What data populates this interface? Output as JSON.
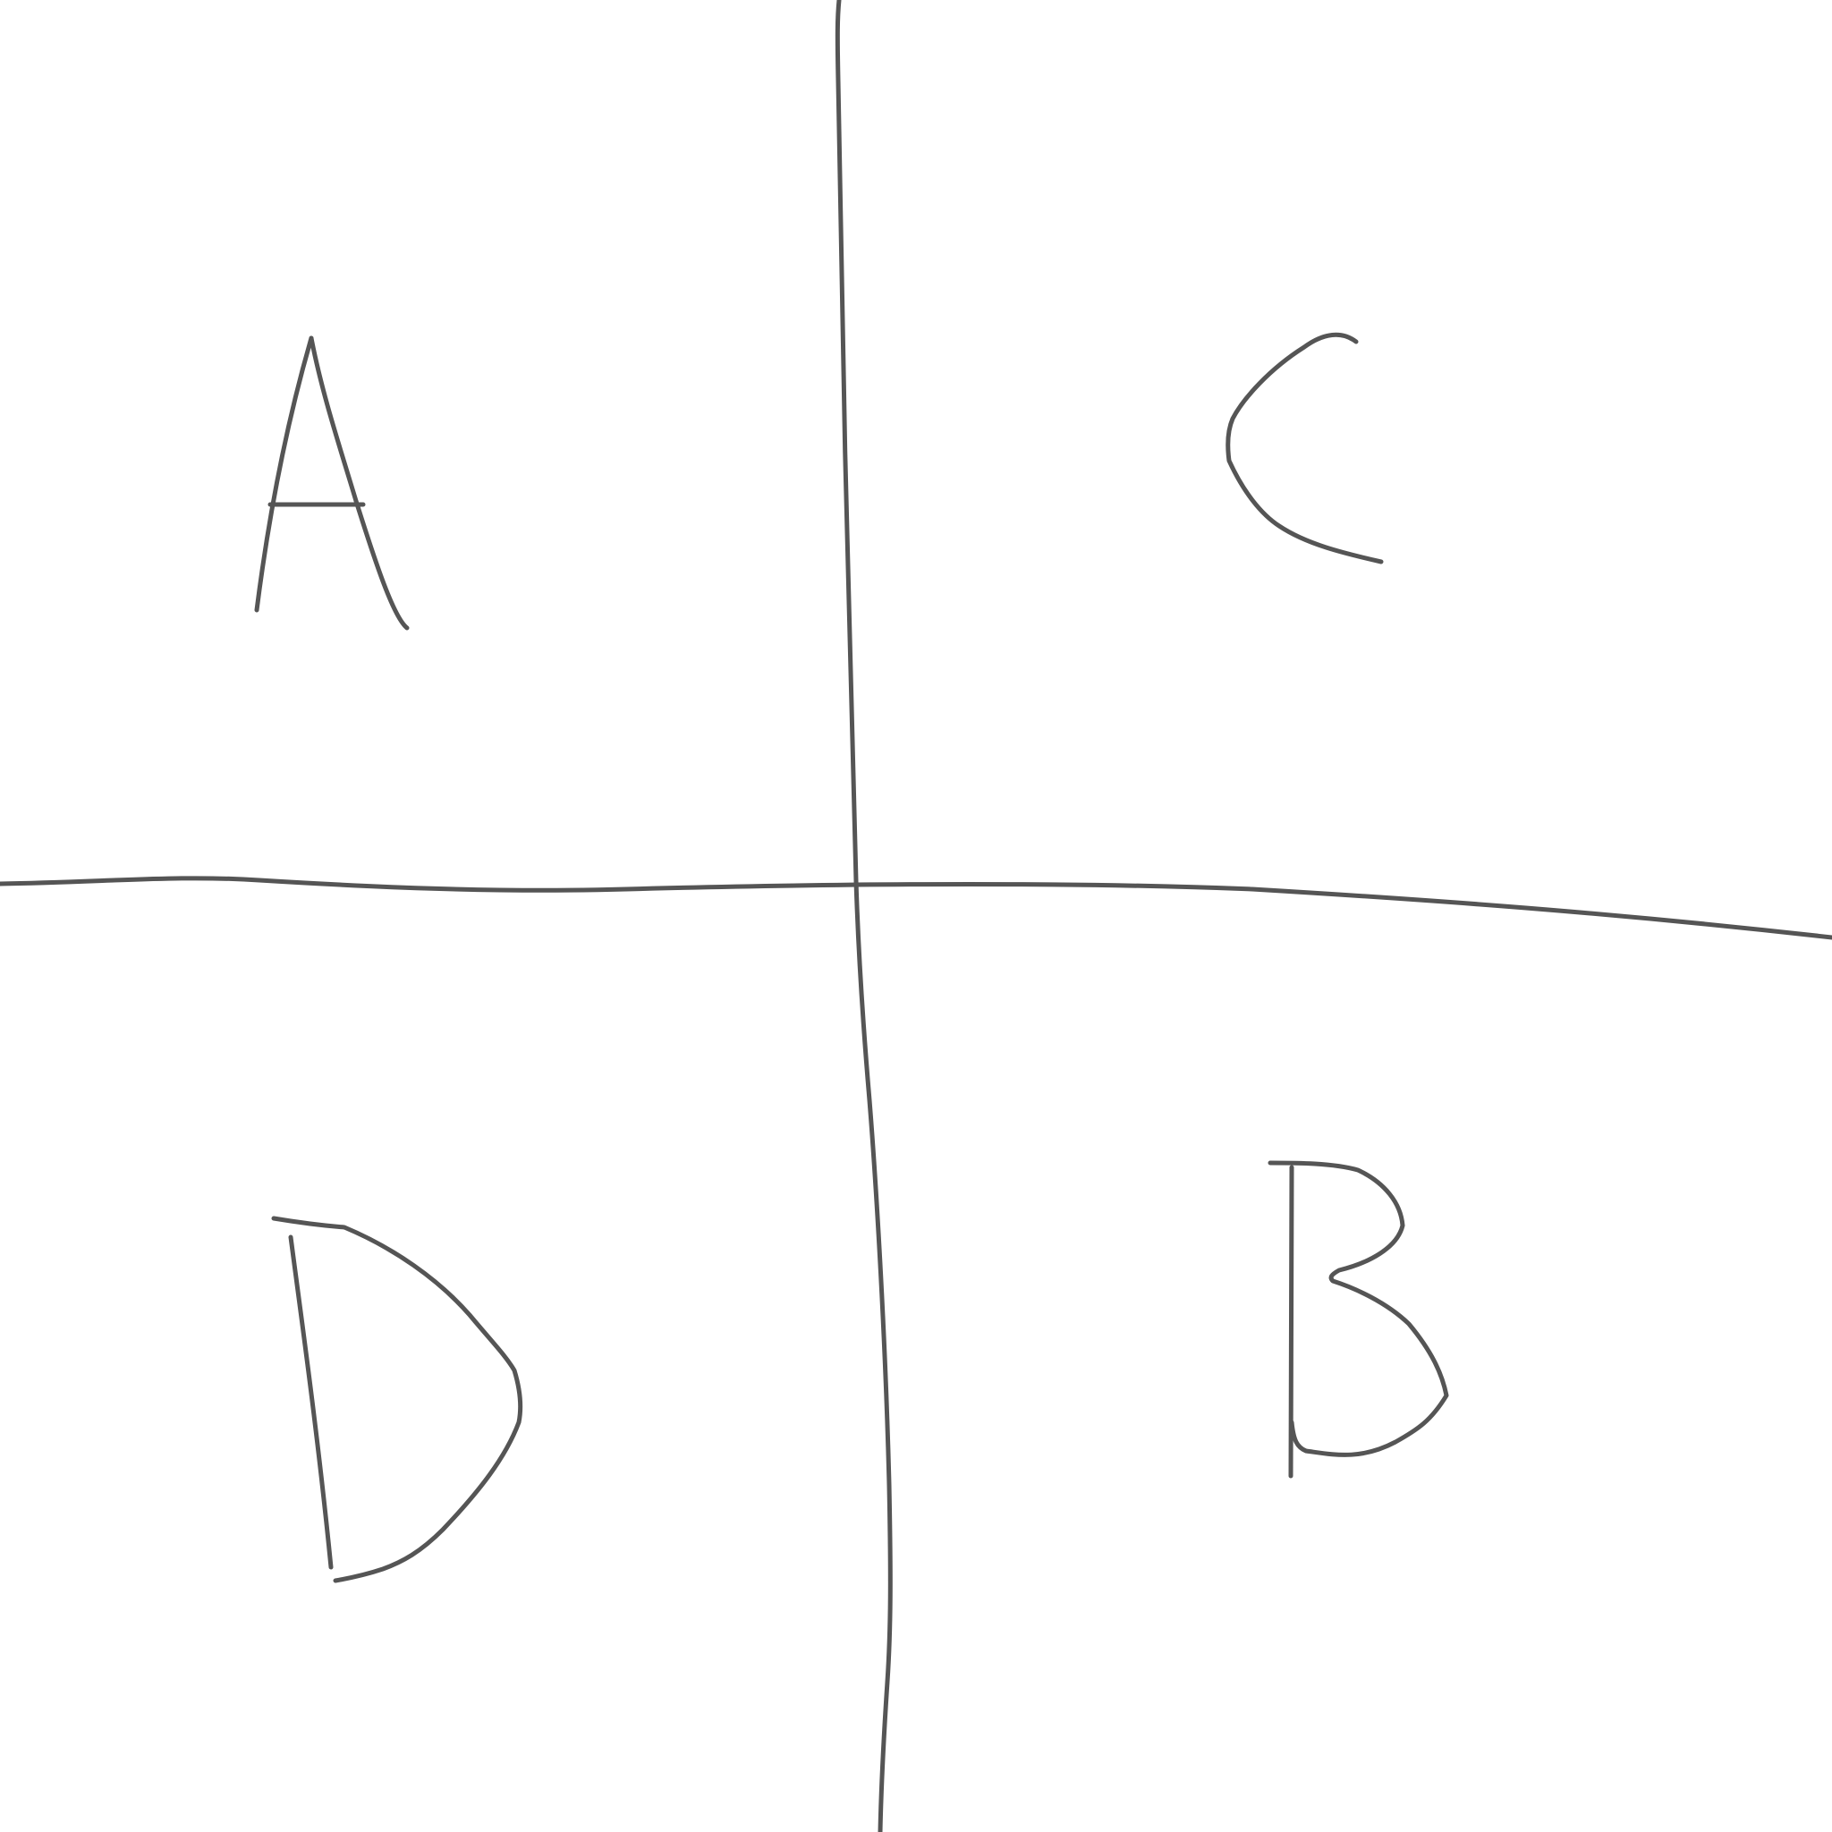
{
  "colors": {
    "background": "#ffffff",
    "stroke": "#555555"
  },
  "quadrants": [
    {
      "id": "top-left",
      "letter": "A"
    },
    {
      "id": "top-right",
      "letter": "C"
    },
    {
      "id": "bottom-left",
      "letter": "D"
    },
    {
      "id": "bottom-right",
      "letter": "B"
    }
  ]
}
